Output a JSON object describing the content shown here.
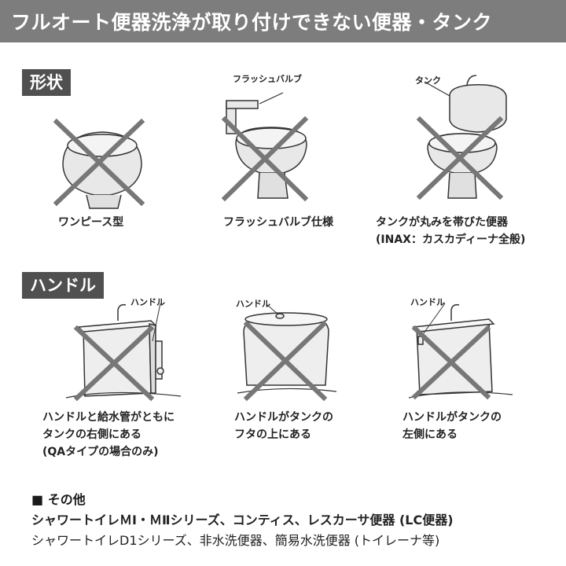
{
  "title": "フルオート便器洗浄が取り付けできない便器・タンク",
  "sections": {
    "shape": {
      "label": "形状",
      "items": [
        {
          "caption": [
            "ワンピース型"
          ]
        },
        {
          "callout": "フラッシュバルブ",
          "caption": [
            "フラッシュバルブ仕様"
          ]
        },
        {
          "callout": "タンク",
          "caption": [
            "タンクが丸みを帯びた便器",
            "(INAX：カスカディーナ全般)"
          ]
        }
      ]
    },
    "handle": {
      "label": "ハンドル",
      "items": [
        {
          "callout": "ハンドル",
          "caption": [
            "ハンドルと給水管がともに",
            "タンクの右側にある",
            "(QAタイプの場合のみ)"
          ]
        },
        {
          "callout": "ハンドル",
          "caption": [
            "ハンドルがタンクの",
            "フタの上にある"
          ]
        },
        {
          "callout": "ハンドル",
          "caption": [
            "ハンドルがタンクの",
            "左側にある"
          ]
        }
      ]
    }
  },
  "other": {
    "heading": "■ その他",
    "line1": "シャワートイレＭⅠ・ＭⅡシリーズ、コンティス、レスカーサ便器 (LC便器)",
    "line2": "シャワートイレD1シリーズ、非水洗便器、簡易水洗便器 (トイレーナ等)"
  },
  "colors": {
    "banner": "#7d7d7d",
    "tag": "#505050",
    "cross": "#777777",
    "drawing": "#333333"
  }
}
